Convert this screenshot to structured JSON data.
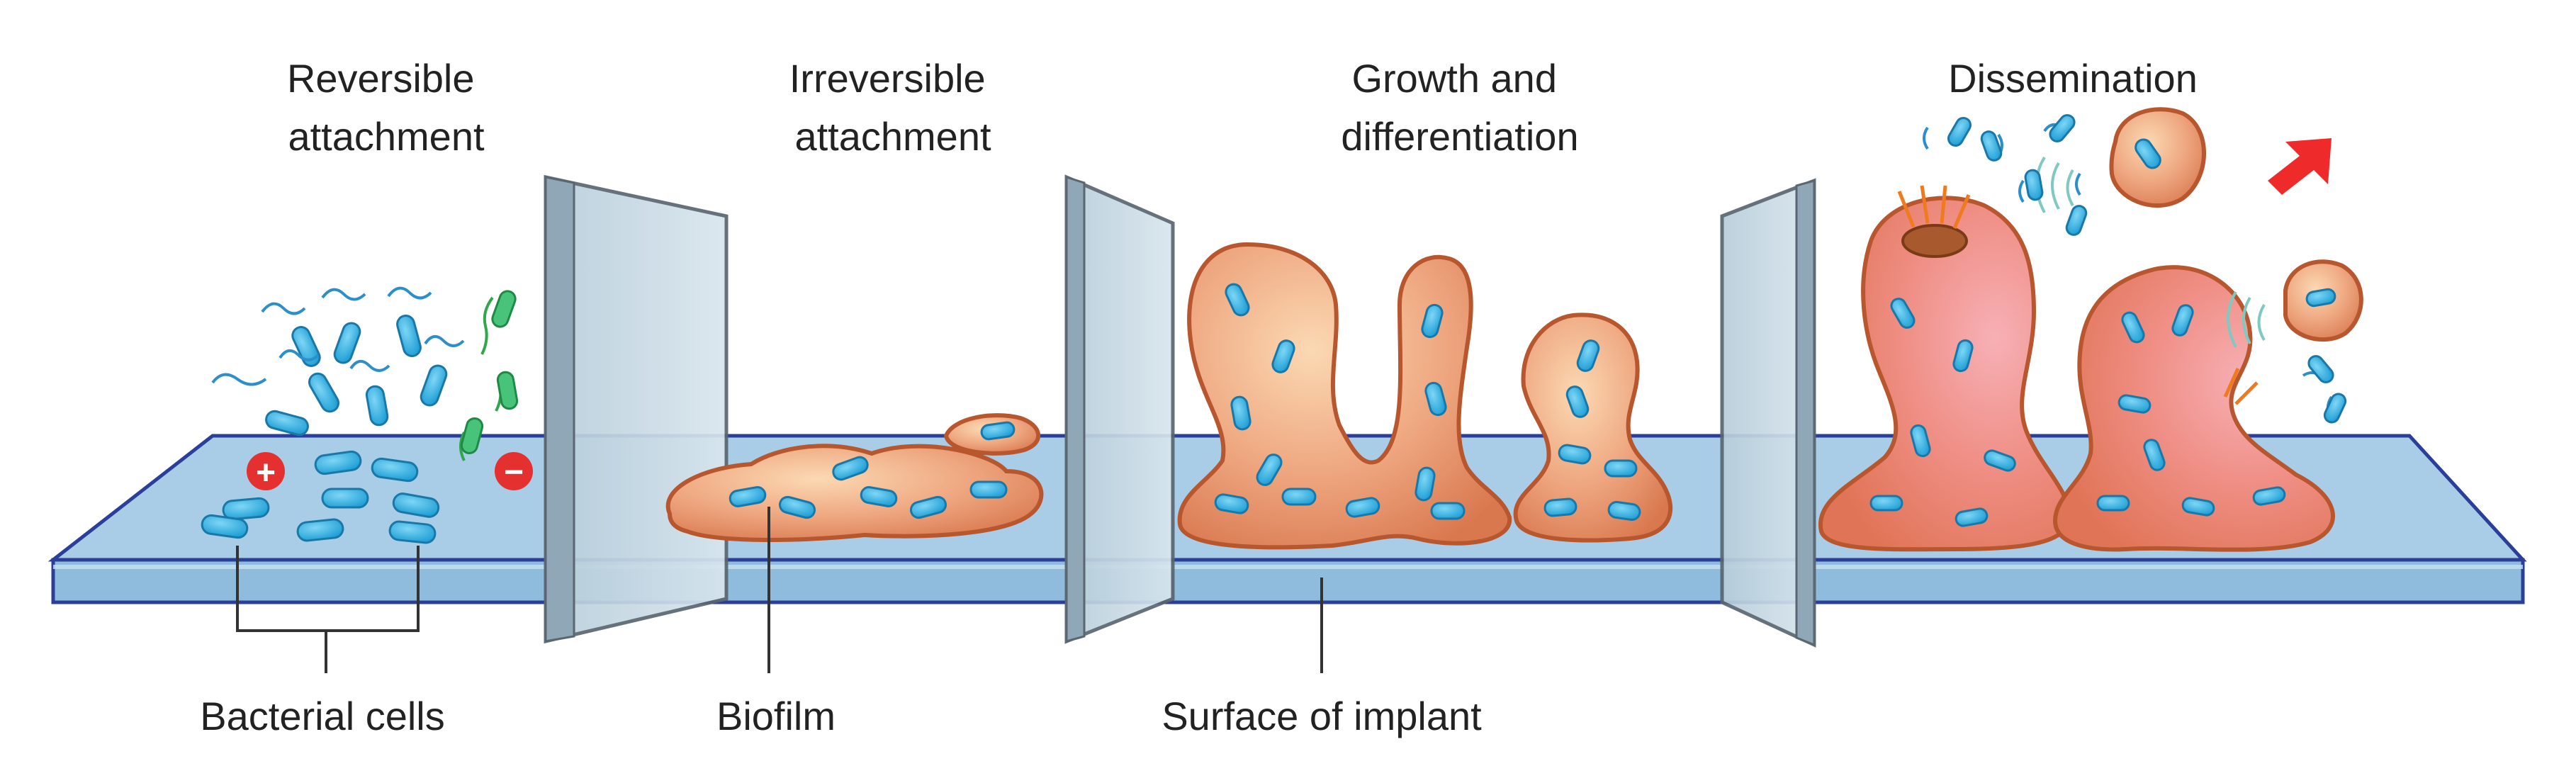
{
  "stages": [
    {
      "line1": "Reversible",
      "line2": "attachment"
    },
    {
      "line1": "Irreversible",
      "line2": "attachment"
    },
    {
      "line1": "Growth and",
      "line2": "differentiation"
    },
    {
      "line1": "Dissemination",
      "line2": ""
    }
  ],
  "callouts": {
    "bacterial_cells": "Bacterial cells",
    "biofilm": "Biofilm",
    "surface": "Surface of implant"
  },
  "charges": {
    "positive": "+",
    "negative": "−"
  },
  "colors": {
    "surface_top": "#a9cde6",
    "surface_front": "#8fbcdc",
    "surface_edge": "#2b3f9a",
    "divider_fill": "#c9dbe7",
    "divider_edge": "#5a6670",
    "biofilm_fill": "#e9a07c",
    "biofilm_edge": "#b8562e",
    "dissemination_fill": "#ef8a8a",
    "bacteria": "#3fb7e6",
    "bacteria_edge": "#1a78a8",
    "flagella_blue": "#2c8fc9",
    "flagella_green": "#2ea84a",
    "charge_red": "#e53030",
    "arrow_red": "#ef2a2a",
    "signal_orange": "#f07a1e"
  }
}
